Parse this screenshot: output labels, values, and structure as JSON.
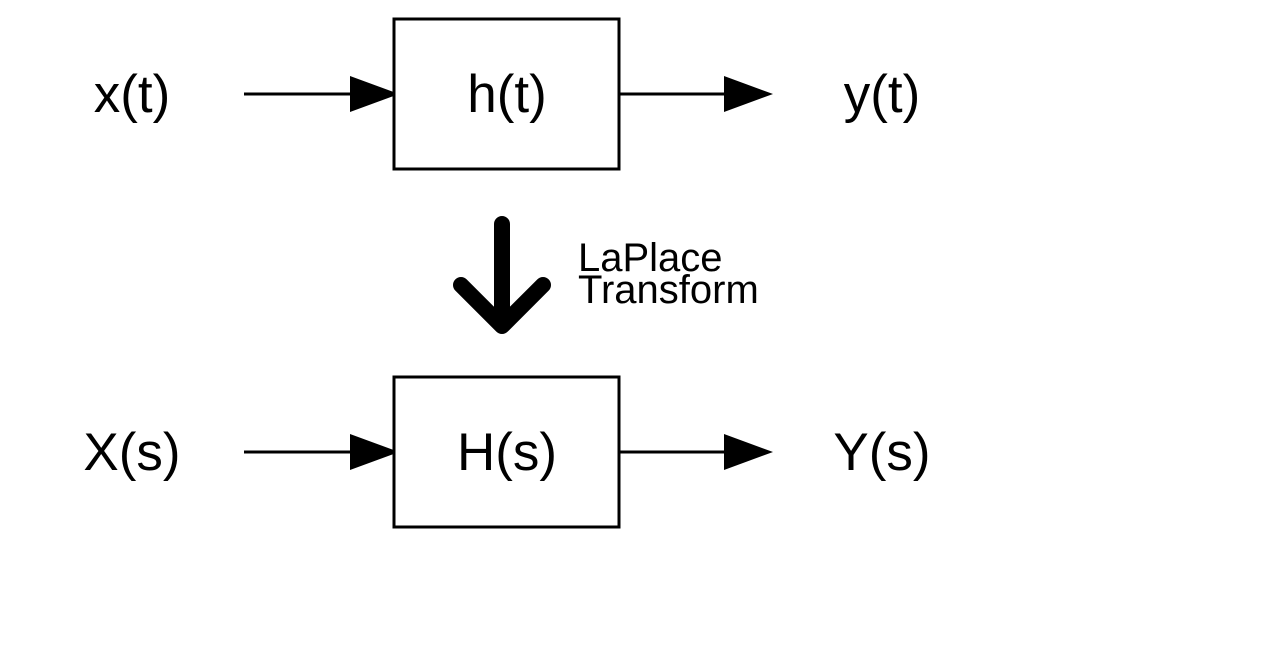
{
  "time_domain": {
    "input": "x(t)",
    "system": "h(t)",
    "output": "y(t)"
  },
  "transform": {
    "line1": "LaPlace",
    "line2": "Transform"
  },
  "s_domain": {
    "input": "X(s)",
    "system": "H(s)",
    "output": "Y(s)"
  },
  "colors": {
    "ink": "#000000",
    "background": "#ffffff"
  }
}
